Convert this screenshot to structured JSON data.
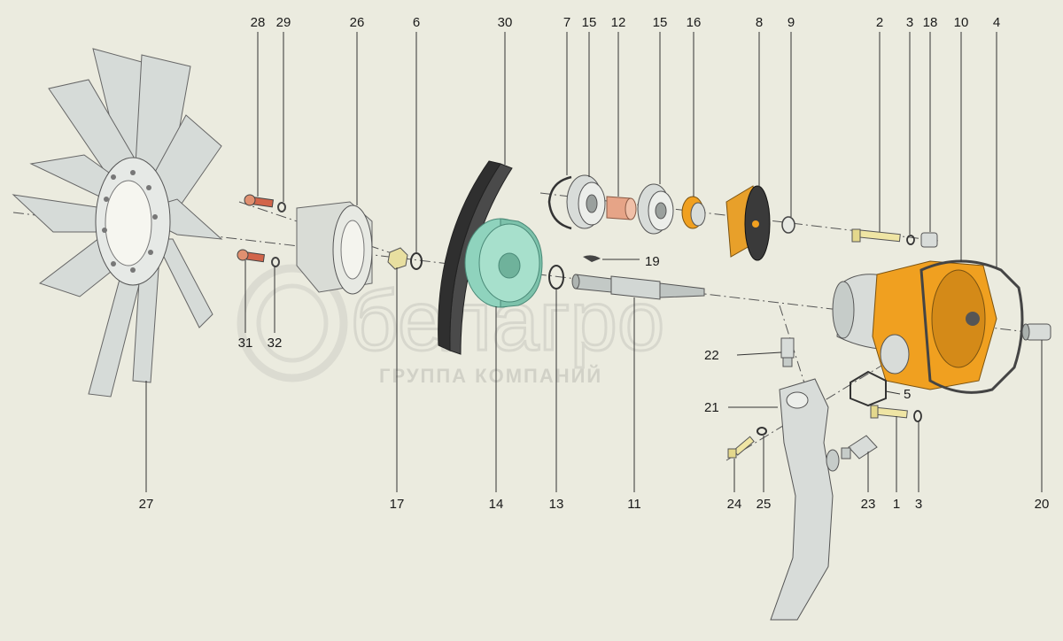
{
  "watermark": {
    "brand": "белагро",
    "subtitle": "ГРУППА КОМПАНИЙ"
  },
  "callouts_top": [
    "28",
    "29",
    "26",
    "6",
    "30",
    "7",
    "15",
    "12",
    "15",
    "16",
    "8",
    "9",
    "2",
    "3",
    "18",
    "10",
    "4"
  ],
  "callouts_bottom": [
    "27",
    "31",
    "32",
    "17",
    "14",
    "13",
    "11",
    "24",
    "25",
    "23",
    "1",
    "3",
    "20"
  ],
  "callouts_side": [
    "19",
    "22",
    "5",
    "21"
  ],
  "colors": {
    "background": "#ebebdf",
    "housing": "#f0a020",
    "pulley": "#8fd3bd",
    "gasket": "#505050",
    "part_grey": "#d6dbd8",
    "bolt_red": "#d2654a"
  }
}
